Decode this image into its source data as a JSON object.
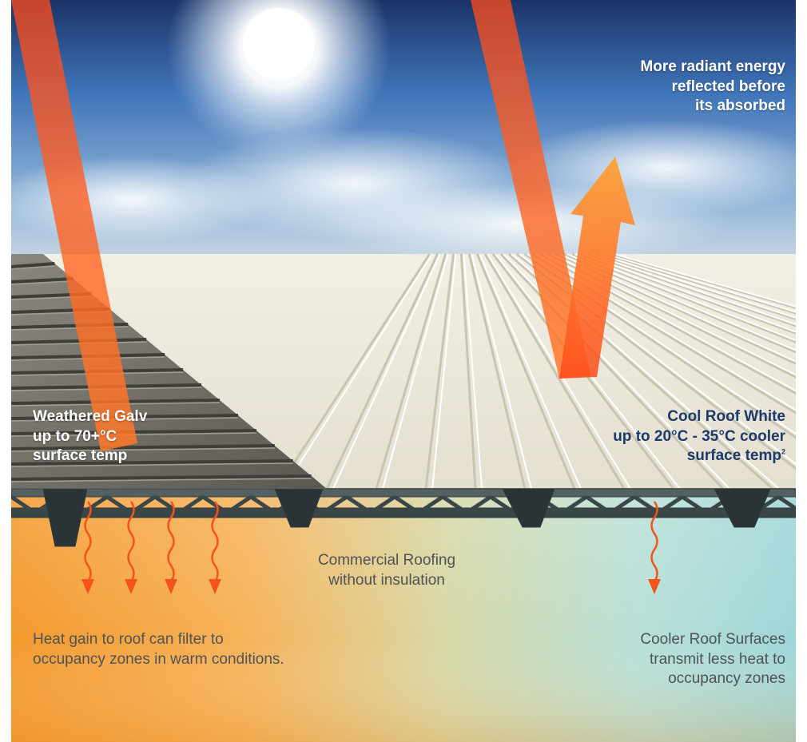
{
  "labels": {
    "reflected": {
      "line1": "More radiant energy",
      "line2": "reflected before",
      "line3": "its absorbed"
    },
    "galv": {
      "line1": "Weathered Galv",
      "line2": "up to 70+°C",
      "line3": "surface temp"
    },
    "cool": {
      "line1": "Cool Roof White",
      "line2": "up to 20°C - 35°C cooler",
      "line3": "surface temp",
      "footnote": "2"
    },
    "commercial": {
      "line1": "Commercial Roofing",
      "line2": "without insulation"
    },
    "heat_gain": {
      "line1": "Heat gain to roof can filter to",
      "line2": "occupancy zones in warm conditions."
    },
    "cooler": {
      "line1": "Cooler Roof Surfaces",
      "line2": "transmit less heat to",
      "line3": "occupancy zones"
    }
  },
  "colors": {
    "sky_top": "#1f3a6e",
    "sky_mid": "#4f86c6",
    "sun": "#ffffff",
    "arrow": "#ff5a1a",
    "warm_zone": "#f7a23c",
    "cool_zone": "#9fd6d8",
    "galv_roof": "#6b6a63",
    "white_roof": "#ece8da",
    "steel": "#2e3a3c",
    "text_navy": "#1d3a6b"
  }
}
